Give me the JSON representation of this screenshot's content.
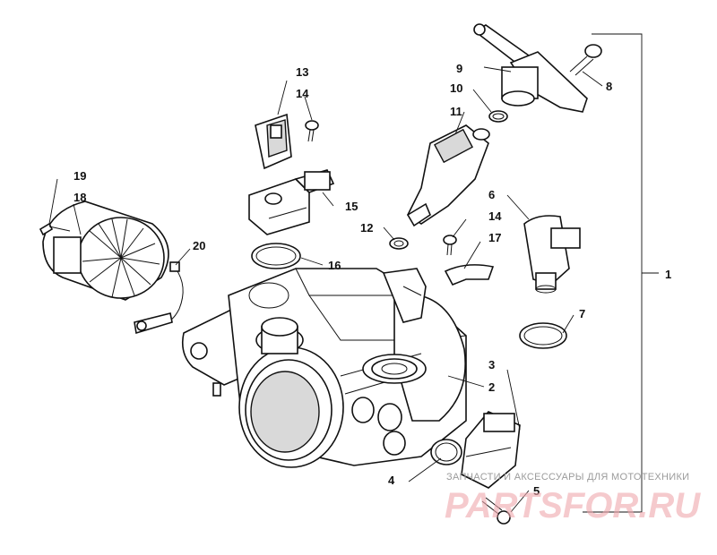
{
  "callouts": [
    {
      "n": "1"
    },
    {
      "n": "2"
    },
    {
      "n": "3"
    },
    {
      "n": "4"
    },
    {
      "n": "5"
    },
    {
      "n": "6"
    },
    {
      "n": "7"
    },
    {
      "n": "8"
    },
    {
      "n": "9"
    },
    {
      "n": "10"
    },
    {
      "n": "11"
    },
    {
      "n": "12"
    },
    {
      "n": "13"
    },
    {
      "n": "14"
    },
    {
      "n": "14"
    },
    {
      "n": "15"
    },
    {
      "n": "16"
    },
    {
      "n": "17"
    },
    {
      "n": "18"
    },
    {
      "n": "19"
    },
    {
      "n": "20"
    }
  ],
  "watermark": {
    "tagline": "ЗАПЧАСТИ И АКСЕССУАРЫ ДЛЯ МОТОТЕХНИКИ",
    "brand": "PARTSFOR.RU",
    "color": "#e9737d"
  }
}
